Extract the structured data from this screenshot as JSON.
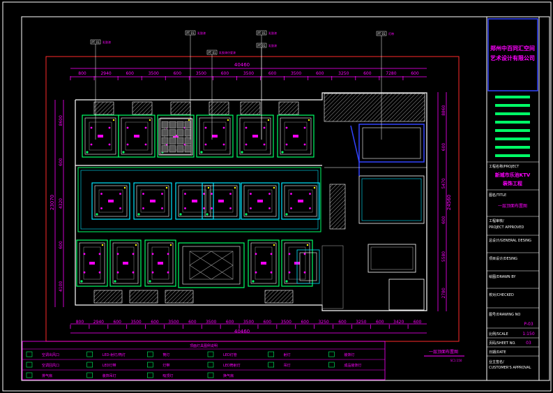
{
  "colors": {
    "background": "#000000",
    "frame": "#ffffff",
    "red_border": "#ff2a2a",
    "dimension": "#ff00ff",
    "wall": "#ffffff",
    "green": "#00ff66",
    "cyan": "#00e5ff",
    "blue": "#3344ff",
    "yellow": "#ffff00",
    "hatch": "#9a9a9a"
  },
  "dimensions": {
    "overall_width": "40460",
    "overall_width_bottom": "40460",
    "top_segments": [
      "800",
      "2940",
      "600",
      "3500",
      "600",
      "3500",
      "600",
      "3500",
      "600",
      "3500",
      "600",
      "3250",
      "600",
      "7280",
      "600"
    ],
    "bottom_segments": [
      "800",
      "2940",
      "600",
      "3500",
      "600",
      "3500",
      "600",
      "3500",
      "600",
      "3500",
      "600",
      "3500",
      "600",
      "3250",
      "600",
      "3250",
      "600",
      "3420",
      "600"
    ],
    "left_overall": "23070",
    "left_segments": [
      "8600",
      "600",
      "4320",
      "600",
      "4100"
    ],
    "right_overall": "24560",
    "right_segments": [
      "8860",
      "600",
      "5470",
      "600",
      "5580",
      "2780"
    ]
  },
  "callouts": [
    {
      "tag": "PT 01",
      "text": "乳胶漆"
    },
    {
      "tag": "PT 01",
      "text": "乳胶漆"
    },
    {
      "tag": "PT 01",
      "text": "乳胶漆仿瓷漆"
    },
    {
      "tag": "PT 01",
      "text": "乳胶漆"
    },
    {
      "tag": "PT 01",
      "text": "乳胶漆"
    },
    {
      "tag": "PT 01",
      "text": "灯带"
    }
  ],
  "title_block": {
    "company": [
      "郑州中百同汇空间",
      "艺术设计有限公司"
    ],
    "project_label": "工程名称/PROJECT",
    "project_name": [
      "新城市乐池KTV",
      "装饰工程"
    ],
    "title_label": "图名/TITLE",
    "title_value": "一层顶面布置图",
    "approved_label": [
      "工程审核/",
      "PROJECT APPROVED"
    ],
    "general_label": "总设计/GENERAL DESING",
    "design_label": "项目设计/DESING",
    "drawn_label": "绘图/DRAWN BY",
    "checked_label": "校对/CHECKED",
    "drawing_no_label": "图号/DRAWING NO",
    "drawing_no_value": "P-03",
    "scale_label": "比例/SCALE",
    "scale_value": "1:150",
    "sheet_label": "页码/SHEET NO.",
    "sheet_value": "03",
    "date_label": "日期/DATE",
    "approval_label": [
      "业主签名/",
      "CUSTOMER'S APPROVAL"
    ]
  },
  "plan_title": "一层顶面布置图",
  "plan_scale": "SC1:150",
  "legend": {
    "title": "顶面灯具图例说明",
    "items": [
      [
        "空调出风口",
        "LED-射灯/筒灯",
        "筒灯",
        "LED灯管",
        "射灯",
        "装饰灯"
      ],
      [
        "空调回风口",
        "LED灯带",
        "灯带",
        "LED筒射灯",
        "吊灯",
        "成品装饰灯"
      ],
      [
        "排气扇",
        "装饰吊灯",
        "吸顶灯",
        "换气扇",
        "",
        ""
      ]
    ]
  }
}
